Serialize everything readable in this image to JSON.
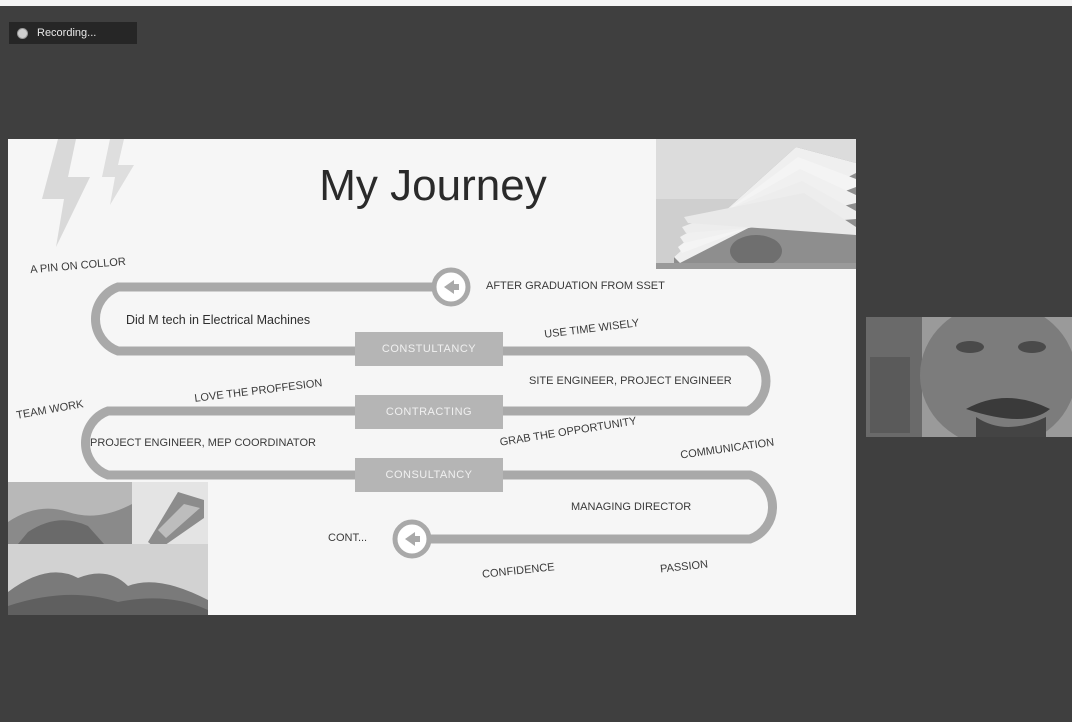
{
  "recording": {
    "label": "Recording..."
  },
  "slide": {
    "title": "My Journey",
    "stages": [
      "CONSTULTANCY",
      "CONTRACTING",
      "CONSULTANCY"
    ],
    "descriptions": {
      "after_graduation": "AFTER GRADUATION FROM SSET",
      "mtech": "Did M tech in Electrical Machines",
      "site_engineer": "SITE ENGINEER, PROJECT ENGINEER",
      "mep": "PROJECT ENGINEER, MEP COORDINATOR",
      "managing_director": "MANAGING DIRECTOR",
      "cont": "CONT..."
    },
    "values": {
      "pin_on_collor": "A PIN ON COLLOR",
      "use_time_wisely": "USE TIME WISELY",
      "love_proffesion": "LOVE THE PROFFESION",
      "team_work": "TEAM WORK",
      "grab_opportunity": "GRAB THE OPPORTUNITY",
      "communication": "COMMUNICATION",
      "confidence": "CONFIDENCE",
      "passion": "PASSION"
    }
  },
  "colors": {
    "screen_bg": "#3f3f3f",
    "slide_bg": "#f6f6f6",
    "track": "#a9a9a9",
    "stage_box": "#b5b5b5"
  },
  "icons": [
    "record-dot-icon",
    "arrow-left-icon",
    "lightning-bolt-icon"
  ]
}
